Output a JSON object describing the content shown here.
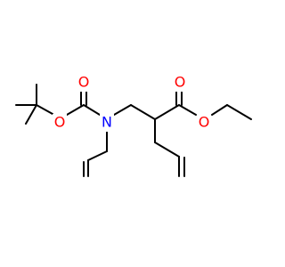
{
  "molecule": {
    "atoms": {
      "o_carbonyl_boc": {
        "symbol": "O",
        "color": "#ff0000"
      },
      "o_ester_boc": {
        "symbol": "O",
        "color": "#ff0000"
      },
      "n_amine": {
        "symbol": "N",
        "color": "#0000ff"
      },
      "o_carbonyl_ester": {
        "symbol": "O",
        "color": "#ff0000"
      },
      "o_ether_ester": {
        "symbol": "O",
        "color": "#ff0000"
      }
    },
    "colors": {
      "bond": "#000000",
      "oxygen": "#ff0000",
      "nitrogen": "#0000ff",
      "background": "#ffffff"
    }
  }
}
